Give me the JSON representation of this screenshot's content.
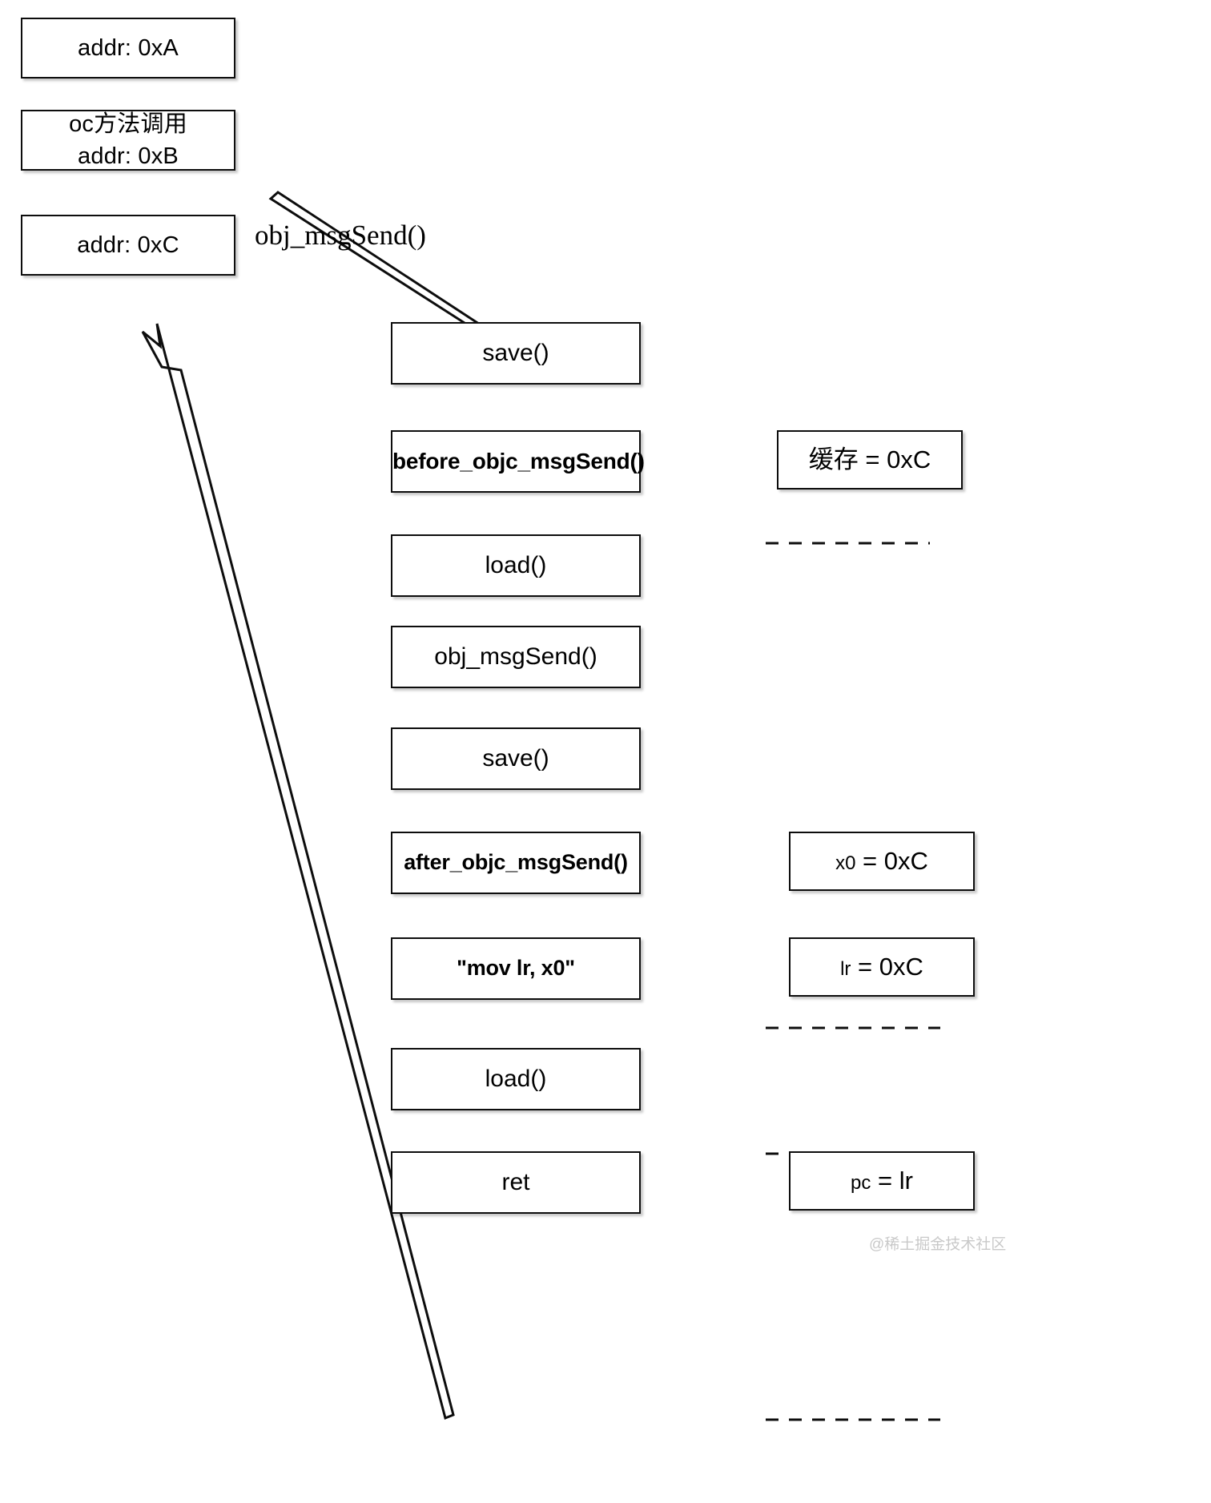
{
  "diagram": {
    "title": "objc_msgSend hook call flow",
    "colors": {
      "background": "#ffffff",
      "stroke": "#0d0d0d",
      "text": "#000000",
      "watermark": "#c9c9c9"
    },
    "left_column": [
      {
        "id": "addr-a",
        "lines": [
          "addr: 0xA"
        ]
      },
      {
        "id": "addr-b",
        "lines": [
          "oc方法调用",
          "addr: 0xB"
        ]
      },
      {
        "id": "addr-c",
        "lines": [
          "addr: 0xC"
        ]
      }
    ],
    "middle_column": [
      {
        "id": "save-1",
        "label": "save()",
        "bold": false
      },
      {
        "id": "before-hook",
        "label": "before_objc_msgSend()",
        "bold": true
      },
      {
        "id": "load-1",
        "label": "load()",
        "bold": false
      },
      {
        "id": "msgsend",
        "label": "obj_msgSend()",
        "bold": false
      },
      {
        "id": "save-2",
        "label": "save()",
        "bold": false
      },
      {
        "id": "after-hook",
        "label": "after_objc_msgSend()",
        "bold": true
      },
      {
        "id": "mov-lr",
        "label": "\"mov lr, x0\"",
        "bold": true
      },
      {
        "id": "load-2",
        "label": "load()",
        "bold": false
      },
      {
        "id": "ret",
        "label": "ret",
        "bold": false
      }
    ],
    "right_column": [
      {
        "id": "cache-val",
        "prefix": "缓存",
        "eq": "=",
        "value": "0xC",
        "small_prefix": false
      },
      {
        "id": "x0-val",
        "prefix": "x0",
        "eq": "=",
        "value": "0xC",
        "small_prefix": true
      },
      {
        "id": "lr-val",
        "prefix": "lr",
        "eq": "=",
        "value": "0xC",
        "small_prefix": true
      },
      {
        "id": "pc-val",
        "prefix": "pc",
        "eq": "=",
        "value": "lr",
        "small_prefix": true
      }
    ],
    "edges": {
      "call_label": "obj_msgSend()"
    },
    "watermark": "@稀土掘金技术社区"
  }
}
